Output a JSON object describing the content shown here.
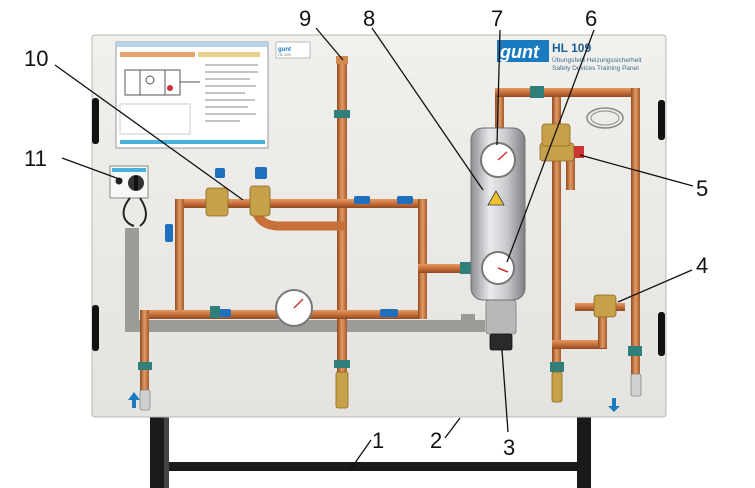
{
  "board": {
    "brand": "gunt",
    "model": "HL 109",
    "subtitle_de": "Übungsfeld Heizungssicherheit",
    "subtitle_en": "Safety Devices Training Panel"
  },
  "callouts": {
    "c1": "1",
    "c2": "2",
    "c3": "3",
    "c4": "4",
    "c5": "5",
    "c6": "6",
    "c7": "7",
    "c8": "8",
    "c9": "9",
    "c10": "10",
    "c11": "11"
  },
  "colors": {
    "panel": "#ecebe7",
    "copper": "#c8703a",
    "valve_blue": "#1f6fbf",
    "frame": "#1a1a1a",
    "brass": "#c7a14a",
    "gunt_blue": "#1b7bc1"
  }
}
